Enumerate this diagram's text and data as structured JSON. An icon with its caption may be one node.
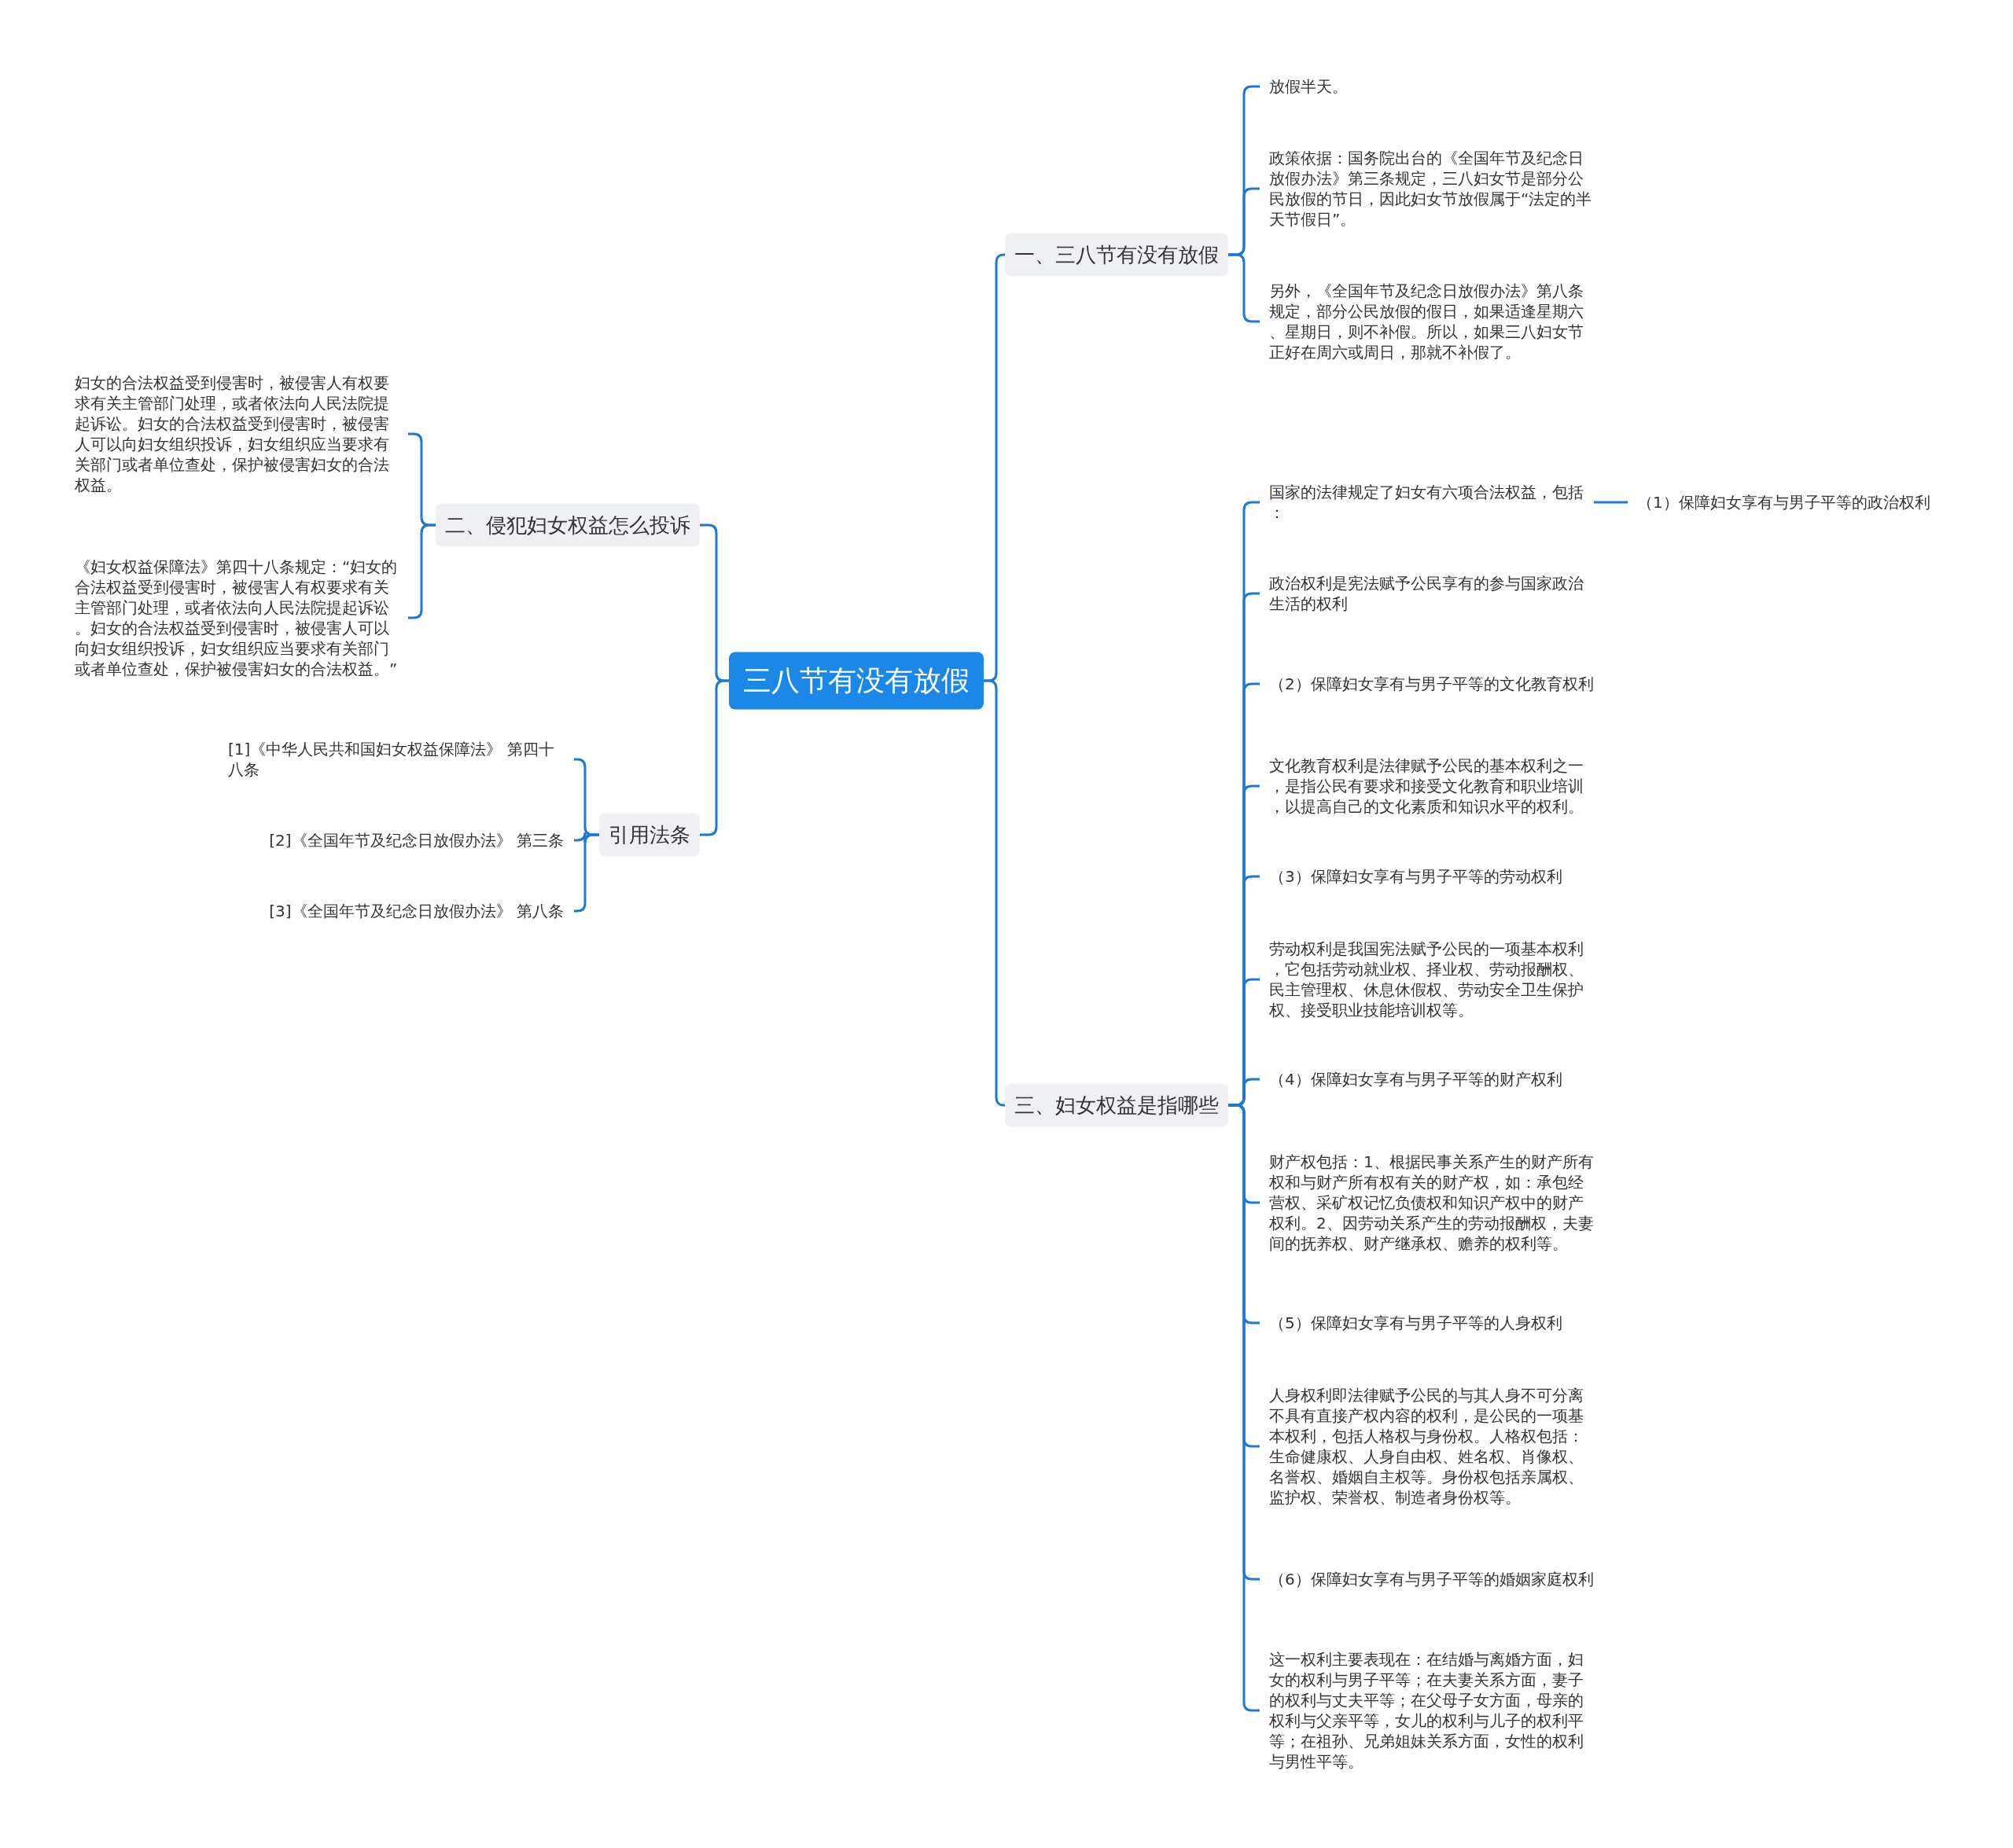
{
  "diagram": {
    "nodes": [
      {
        "text": [
          "三八节有没有放假"
        ]
      },
      {
        "text": [
          "一、三八节有没有放假"
        ]
      },
      {
        "text": [
          "放假半天。"
        ]
      },
      {
        "text": [
          "政策依据：国务院出台的《全国年节及纪念日放假办法》第三条规定，三八妇女节是部分公民放假的节日，因此妇女节放假属于“法定的半天节假日”。"
        ]
      },
      {
        "text": [
          "另外，《全国年节及纪念日放假办法》第八条规定，部分公民放假的假日，如果适逢星期六、星期日，则不补假。所以，如果三八妇女节正好在周六或周日，那就不补假了。"
        ]
      },
      {
        "text": [
          "三、妇女权益是指哪些"
        ]
      },
      {
        "text": [
          "国家的法律规定了妇女有六项合法权益，包括："
        ]
      },
      {
        "text": [
          "（1）保障妇女享有与男子平等的政治权利"
        ]
      },
      {
        "text": [
          "政治权利是宪法赋予公民享有的参与国家政治生活的权利"
        ]
      },
      {
        "text": [
          "（2）保障妇女享有与男子平等的文化教育权利"
        ]
      },
      {
        "text": [
          "文化教育权利是法律赋予公民的基本权利之一，是指公民有要求和接受文化教育和职业培训，以提高自己的文化素质和知识水平的权利。"
        ]
      },
      {
        "text": [
          "（3）保障妇女享有与男子平等的劳动权利"
        ]
      },
      {
        "text": [
          "劳动权利是我国宪法赋予公民的一项基本权利，它包括劳动就业权、择业权、劳动报酬权、民主管理权、休息休假权、劳动安全卫生保护权、接受职业技能培训权等。"
        ]
      },
      {
        "text": [
          "（4）保障妇女享有与男子平等的财产权利"
        ]
      },
      {
        "text": [
          "财产权包括：1、根据民事关系产生的财产所有权和与财产所有权有关的财产权，如：承包经营权、采矿权记忆负债权和知识产权中的财产权利。2、因劳动关系产生的劳动报酬权，夫妻间的抚养权、财产继承权、赡养的权利等。"
        ]
      },
      {
        "text": [
          "（5）保障妇女享有与男子平等的人身权利"
        ]
      },
      {
        "text": [
          "人身权利即法律赋予公民的与其人身不可分离不具有直接产权内容的权利，是公民的一项基本权利，包括人格权与身份权。人格权包括：生命健康权、人身自由权、姓名权、肖像权、名誉权、婚姻自主权等。身份权包括亲属权、监护权、荣誉权、制造者身份权等。"
        ]
      },
      {
        "text": [
          "（6）保障妇女享有与男子平等的婚姻家庭权利"
        ]
      },
      {
        "text": [
          "这一权利主要表现在：在结婚与离婚方面，妇女的权利与男子平等；在夫妻关系方面，妻子的权利与丈夫平等；在父母子女方面，母亲的权利与父亲平等，女儿的权利与儿子的权利平等；在祖孙、兄弟姐妹关系方面，女性的权利与男性平等。"
        ]
      },
      {
        "text": [
          "二、侵犯妇女权益怎么投诉"
        ]
      },
      {
        "text": [
          "妇女的合法权益受到侵害时，被侵害人有权要求有关主管部门处理，或者依法向人民法院提起诉讼。妇女的合法权益受到侵害时，被侵害人可以向妇女组织投诉，妇女组织应当要求有关部门或者单位查处，保护被侵害妇女的合法权益。"
        ]
      },
      {
        "text": [
          "《妇女权益保障法》第四十八条规定：“妇女的合法权益受到侵害时，被侵害人有权要求有关主管部门处理，或者依法向人民法院提起诉讼。妇女的合法权益受到侵害时，被侵害人可以向妇女组织投诉，妇女组织应当要求有关部门或者单位查处，保护被侵害妇女的合法权益。”"
        ]
      },
      {
        "text": [
          "引用法条"
        ]
      },
      {
        "text": [
          "[1]《中华人民共和国妇女权益保障法》 第四十八条"
        ]
      },
      {
        "text": [
          "[2]《全国年节及纪念日放假办法》 第三条"
        ]
      },
      {
        "text": [
          "[3]《全国年节及纪念日放假办法》 第八条"
        ]
      }
    ],
    "edges": [
      {
        "from": 0,
        "to": 1,
        "arrow": "none"
      },
      {
        "from": 0,
        "to": 5,
        "arrow": "none"
      },
      {
        "from": 0,
        "to": 19,
        "arrow": "none"
      },
      {
        "from": 0,
        "to": 22,
        "arrow": "none"
      },
      {
        "from": 1,
        "to": 2,
        "arrow": "none"
      },
      {
        "from": 1,
        "to": 3,
        "arrow": "none"
      },
      {
        "from": 1,
        "to": 4,
        "arrow": "none"
      },
      {
        "from": 5,
        "to": 6,
        "arrow": "none"
      },
      {
        "from": 6,
        "to": 7,
        "arrow": "none"
      },
      {
        "from": 5,
        "to": 8,
        "arrow": "none"
      },
      {
        "from": 5,
        "to": 9,
        "arrow": "none"
      },
      {
        "from": 5,
        "to": 10,
        "arrow": "none"
      },
      {
        "from": 5,
        "to": 11,
        "arrow": "none"
      },
      {
        "from": 5,
        "to": 12,
        "arrow": "none"
      },
      {
        "from": 5,
        "to": 13,
        "arrow": "none"
      },
      {
        "from": 5,
        "to": 14,
        "arrow": "none"
      },
      {
        "from": 5,
        "to": 15,
        "arrow": "none"
      },
      {
        "from": 5,
        "to": 16,
        "arrow": "none"
      },
      {
        "from": 5,
        "to": 17,
        "arrow": "none"
      },
      {
        "from": 5,
        "to": 18,
        "arrow": "none"
      },
      {
        "from": 19,
        "to": 20,
        "arrow": "none"
      },
      {
        "from": 19,
        "to": 21,
        "arrow": "none"
      },
      {
        "from": 22,
        "to": 23,
        "arrow": "none"
      },
      {
        "from": 22,
        "to": 24,
        "arrow": "none"
      },
      {
        "from": 22,
        "to": 25,
        "arrow": "none"
      }
    ]
  }
}
